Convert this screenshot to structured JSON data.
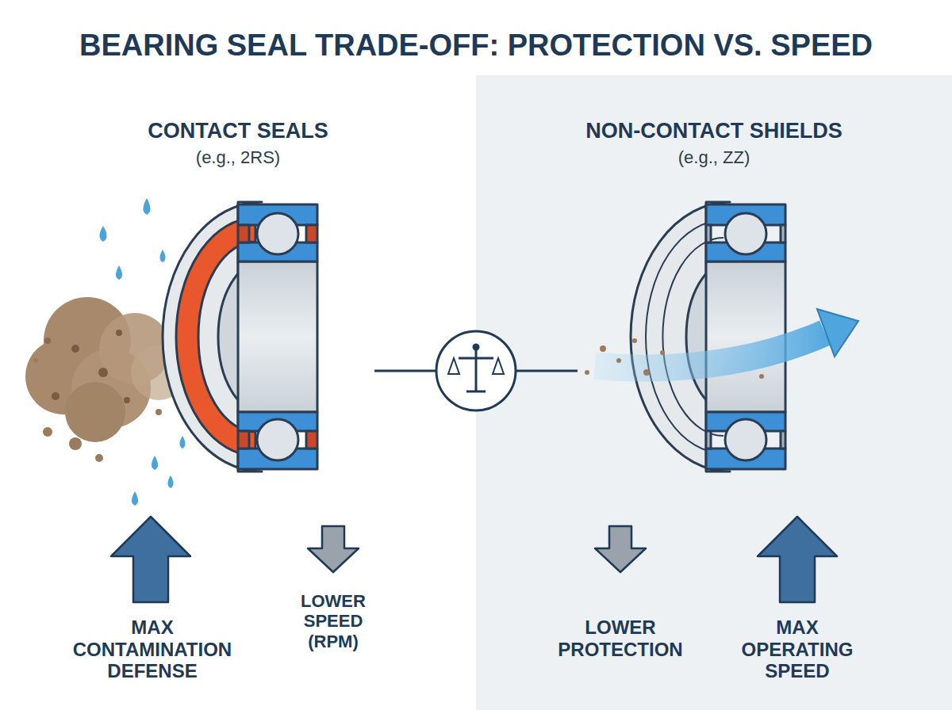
{
  "diagram": {
    "title": "BEARING SEAL TRADE-OFF: PROTECTION VS. SPEED",
    "nodes": [
      {
        "text": [
          "NON-CONTACT SHIELDS",
          "(e.g., ZZ)",
          "LOWER PROTECTION",
          "MAX OPERATING SPEED"
        ]
      }
    ],
    "labels": [
      "CONTACT SEALS",
      "(e.g., 2RS)",
      "MAX CONTAMINATION DEFENSE",
      "LOWER SPEED (RPM)"
    ]
  }
}
